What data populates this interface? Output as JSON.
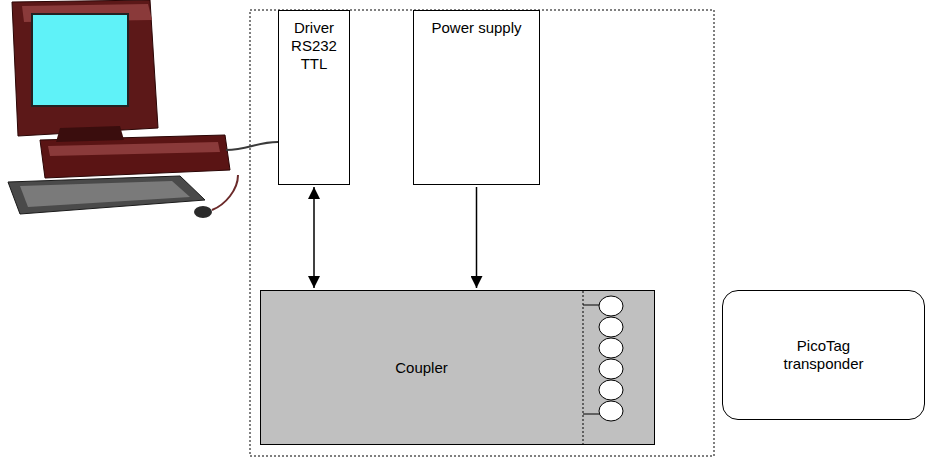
{
  "diagram": {
    "nodes": [
      {
        "text": [
          "Driver RS232 TTL"
        ]
      },
      {
        "text": [
          "Power supply"
        ]
      },
      {
        "text": [
          "Coupler"
        ]
      },
      {
        "text": [
          "PicoTag transponder"
        ]
      }
    ],
    "edges": [
      {
        "from": 0,
        "to": 2,
        "arrow": "both"
      },
      {
        "from": 1,
        "to": 2,
        "arrow": "to"
      }
    ]
  }
}
